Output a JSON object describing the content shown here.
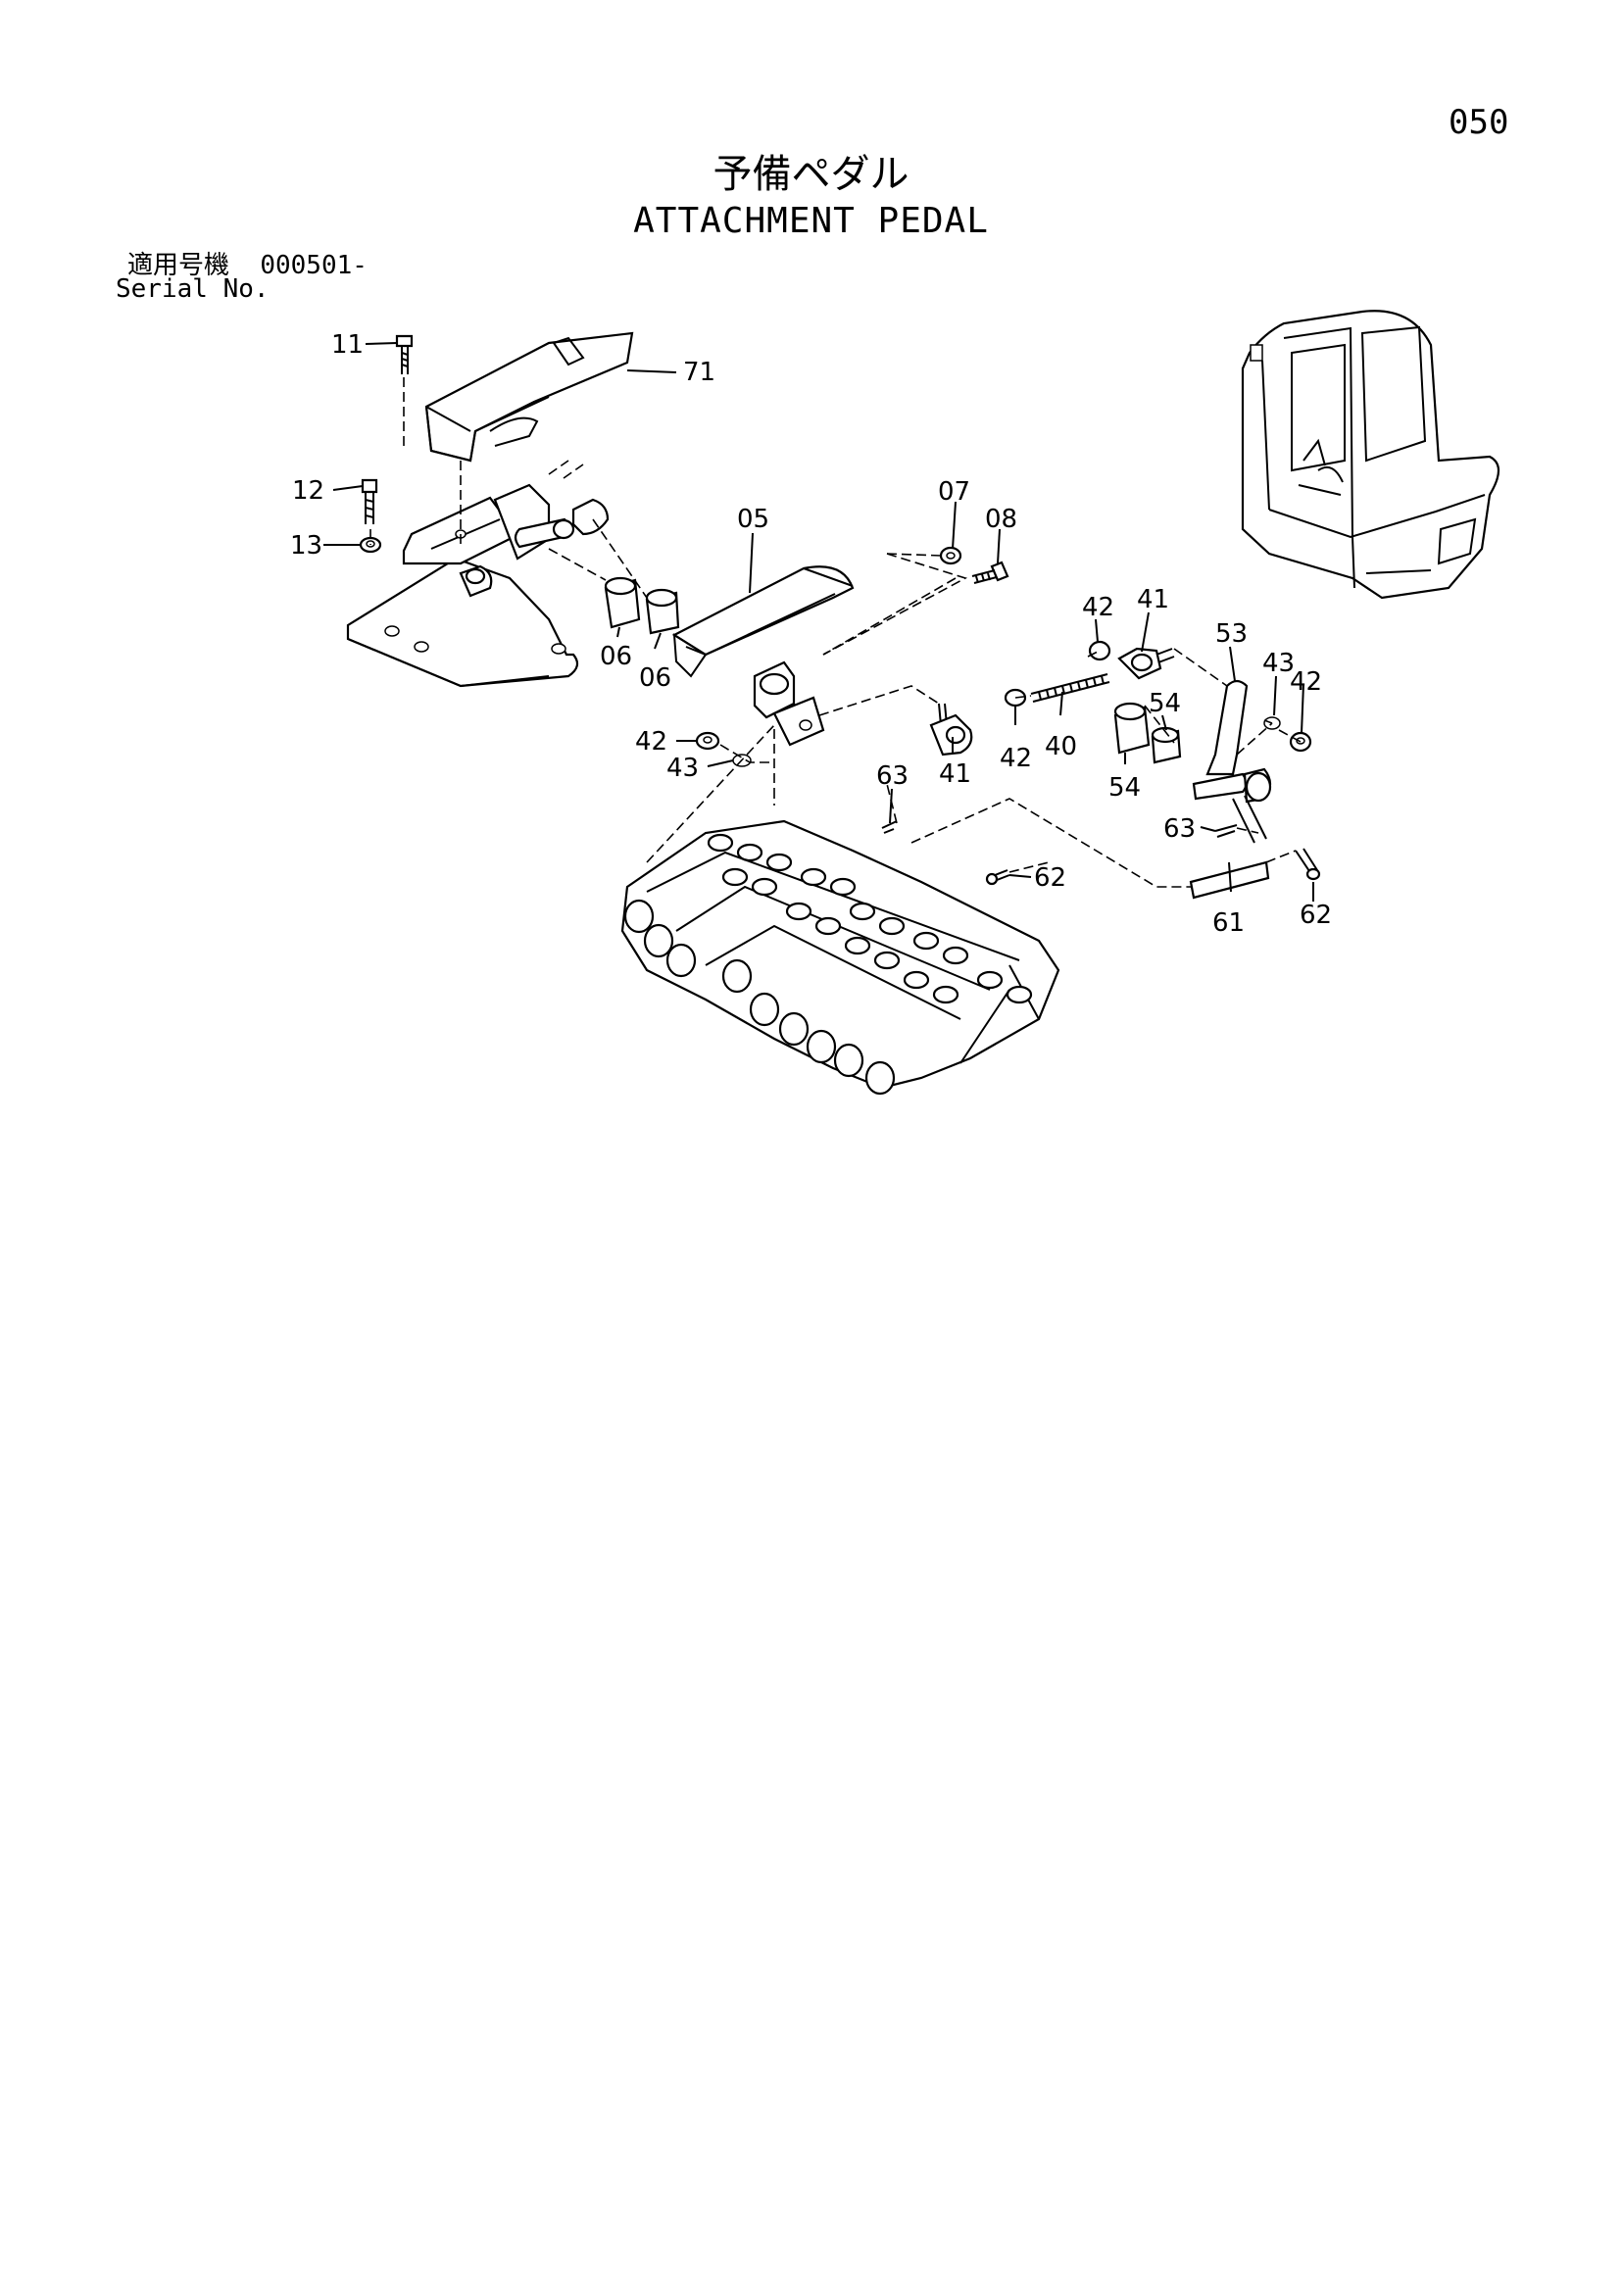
{
  "page_number": "050",
  "title_jp": "予備ペダル",
  "title_en": "ATTACHMENT PEDAL",
  "serial": {
    "label_jp": "適用号機",
    "value": "000501-",
    "label_en": "Serial No."
  },
  "callouts": [
    "11",
    "71",
    "12",
    "13",
    "05",
    "07",
    "08",
    "06",
    "06",
    "42",
    "41",
    "53",
    "43",
    "42",
    "54",
    "40",
    "42",
    "41",
    "42",
    "43",
    "54",
    "63",
    "63",
    "62",
    "61",
    "62"
  ]
}
